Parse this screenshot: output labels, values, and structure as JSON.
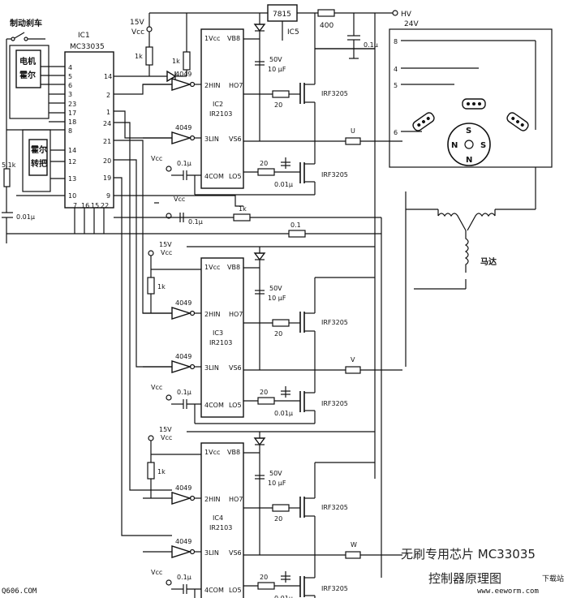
{
  "labels": {
    "brake_switch": "制动刹车",
    "motor_hall": "电机霍尔",
    "hall_handle": "霍尔转把",
    "ic1_name": "IC1",
    "ic1_part": "MC33035",
    "reg": "7815",
    "ic5": "IC5",
    "r400": "400",
    "hv": "HV",
    "hv_volt": "24V",
    "cap_01u": "0.1μ",
    "v15": "15V",
    "vcc": "Vcc",
    "r1k": "1k",
    "inv": "4049",
    "r51k": "5.1k",
    "c001u": "0.01μ",
    "r01": "0.1",
    "cap50v": "50V",
    "cap10u": "10 μF",
    "r20": "20",
    "mosfet": "IRF3205",
    "phase_u": "U",
    "phase_v": "V",
    "phase_w": "W",
    "motor": "马达",
    "ir2103": "IR2103",
    "ic2": "IC2",
    "ic3": "IC3",
    "ic4": "IC4",
    "caption1": "无刷专用芯片 MC33035",
    "caption2": "控制器原理图",
    "site_left": "Q606.COM",
    "site_right": "www.eeworm.com",
    "site_right_cn": "下载站"
  },
  "ic1_pins": {
    "left": [
      "4",
      "5",
      "6",
      "3",
      "23",
      "17",
      "18",
      "8",
      "14",
      "12",
      "13",
      "10"
    ],
    "bottom": [
      "7",
      "16",
      "15",
      "22"
    ],
    "right": [
      "14",
      "2",
      "1",
      "24",
      "21",
      "20",
      "19",
      "9"
    ]
  },
  "driver_pins": [
    "1Vcc",
    "VB8",
    "2HIN",
    "HO7",
    "3LIN",
    "VS6",
    "4COM",
    "LO5"
  ],
  "connector_pins": [
    "8",
    "4",
    "5",
    "6"
  ],
  "motor_letters": [
    "S",
    "N",
    "S",
    "N"
  ]
}
